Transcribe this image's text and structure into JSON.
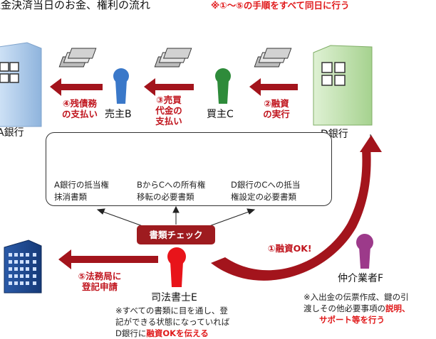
{
  "title": "残金決済当日のお金、権利の流れ",
  "top_note": "※①～⑤の手順をすべて同日に行う",
  "banks": {
    "a": "A銀行",
    "d": "D銀行"
  },
  "people": {
    "seller": "売主B",
    "buyer": "買主C",
    "scrivener": "司法書士E",
    "agent": "仲介業者F"
  },
  "steps": {
    "step1": "①融資OK!",
    "step2_line1": "②融資",
    "step2_line2": "の実行",
    "step3_line1": "③売買",
    "step3_line2": "代金の",
    "step3_line3": "支払い",
    "step4_line1": "④残債務",
    "step4_line2": "の支払い",
    "step5_line1": "⑤法務局に",
    "step5_line2": "登記申請"
  },
  "documents": [
    {
      "line1": "A銀行の抵当権",
      "line2": "抹消書類"
    },
    {
      "line1": "BからCへの所有権",
      "line2": "移転の必要書類"
    },
    {
      "line1": "D銀行のCへの抵当",
      "line2": "権設定の必要書類"
    }
  ],
  "check_button": "書類チェック",
  "scrivener_note": {
    "line1": "※すべての書類に目を通し、登",
    "line2": "記ができる状態になっていれば",
    "line3_pre": "D銀行に",
    "line3_red": "融資OKを伝える"
  },
  "agent_note": {
    "line1": "※入出金の伝票作成、鍵の引",
    "line2_pre": "渡しその他必要事項の",
    "line2_red": "説明、",
    "line3_red": "サポート等を行う"
  },
  "colors": {
    "arrow_red": "#a3141c",
    "seller_blue": "#3a78c9",
    "buyer_green": "#2e8b3a",
    "scrivener_red": "#e8141a",
    "agent_purple": "#9c3a8a",
    "bank_a_blue": "#a9c8ea",
    "bank_d_green": "#c4e5b5"
  }
}
